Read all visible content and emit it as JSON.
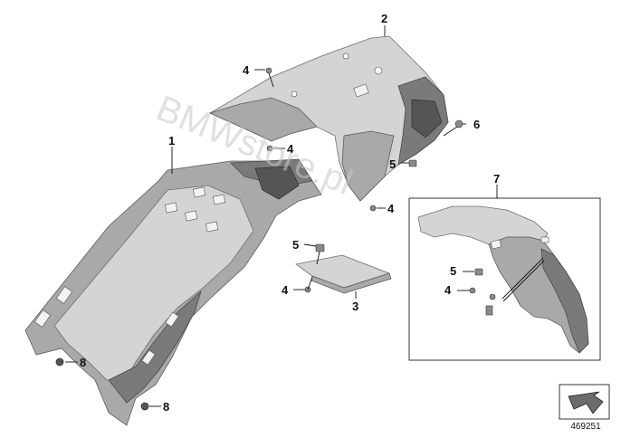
{
  "callouts": {
    "c1": "1",
    "c2": "2",
    "c3": "3",
    "c4a": "4",
    "c4b": "4",
    "c4c": "4",
    "c4d": "4",
    "c4e": "4",
    "c5a": "5",
    "c5b": "5",
    "c5c": "5",
    "c6": "6",
    "c7": "7",
    "c8a": "8",
    "c8b": "8"
  },
  "watermark": "BMWstore.pl",
  "diagram_number": "469251",
  "icons": {
    "orientation": "direction-arrow-icon"
  },
  "colors": {
    "part_fill": "#a9a9a9",
    "line": "#111111"
  }
}
